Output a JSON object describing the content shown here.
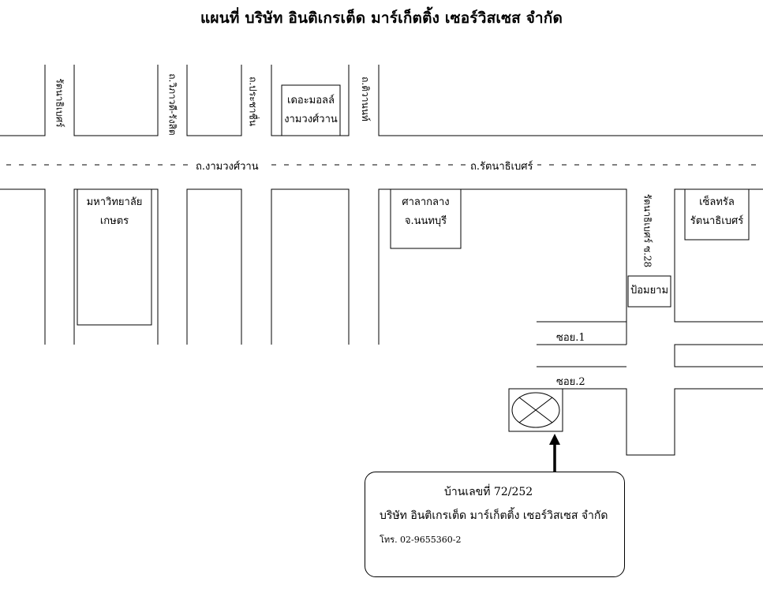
{
  "title": "แผนที่  บริษัท อินติเกรเต็ด มาร์เก็ตติ้ง เซอร์วิสเซส จำกัด",
  "roads": {
    "main_left": "ถ.งามวงศ์วาน",
    "main_right": "ถ.รัตนาธิเบศร์",
    "top_1": "รัตนาธิเบศร์",
    "top_2": "ถ.วิภาวดี-รังสิต",
    "top_3": "ถ.ประชาชื่น",
    "top_4": "ถ.ติวานนท์",
    "soi_right": "รัตนาธิเบศร์ ซ.28",
    "soi_1": "ซอย.1",
    "soi_2": "ซอย.2"
  },
  "landmarks": {
    "mall_line1": "เดอะมอลล์",
    "mall_line2": "งามวงศ์วาน",
    "university_line1": "มหาวิทยาลัย",
    "university_line2": "เกษตร",
    "hall_line1": "ศาลากลาง",
    "hall_line2": "จ.นนทบุรี",
    "central_line1": "เซ็ลทรัล",
    "central_line2": "รัตนาธิเบศร์",
    "police": "ป้อมยาม"
  },
  "info": {
    "address": "บ้านเลขที่  72/252",
    "company": "บริษัท อินติเกรเต็ด มาร์เก็ตติ้ง เซอร์วิสเซส จำกัด",
    "phone": "โทร. 02-9655360-2"
  },
  "icons": [
    "location-marker-icon",
    "arrow-up-icon"
  ]
}
